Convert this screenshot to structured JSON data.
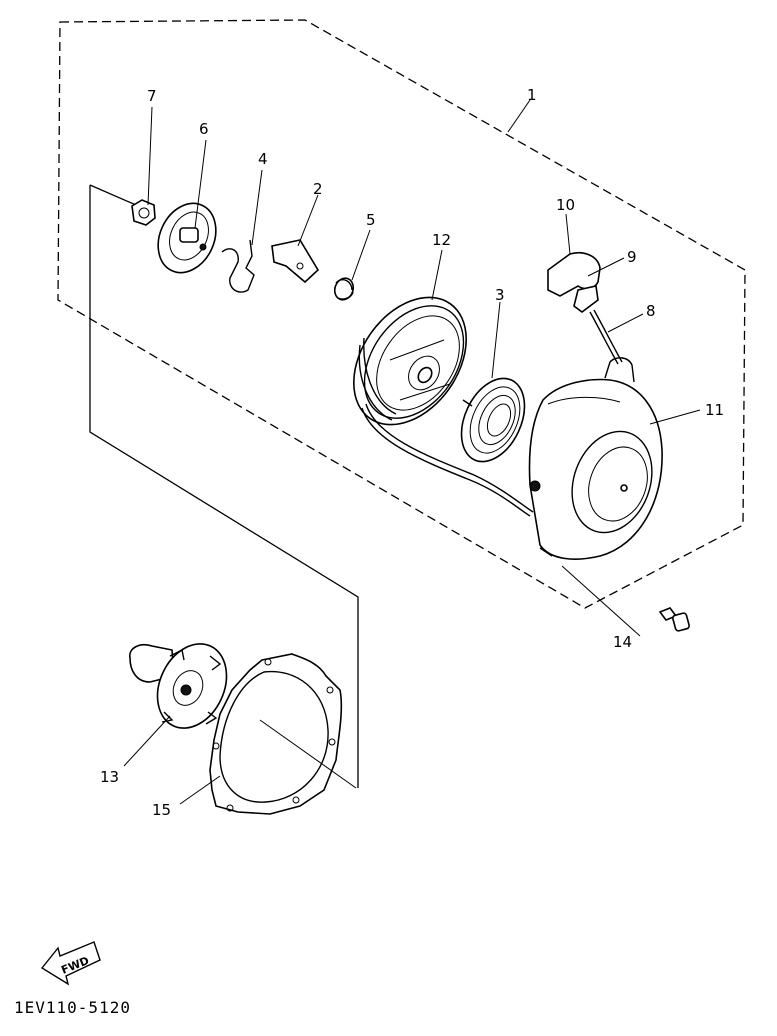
{
  "diagram": {
    "callouts": [
      {
        "id": "c1",
        "text": "1"
      },
      {
        "id": "c2",
        "text": "2"
      },
      {
        "id": "c3",
        "text": "3"
      },
      {
        "id": "c4",
        "text": "4"
      },
      {
        "id": "c5",
        "text": "5"
      },
      {
        "id": "c6",
        "text": "6"
      },
      {
        "id": "c7",
        "text": "7"
      },
      {
        "id": "c8",
        "text": "8"
      },
      {
        "id": "c9",
        "text": "9"
      },
      {
        "id": "c10",
        "text": "10"
      },
      {
        "id": "c11",
        "text": "11"
      },
      {
        "id": "c12",
        "text": "12"
      },
      {
        "id": "c13",
        "text": "13"
      },
      {
        "id": "c14",
        "text": "14"
      },
      {
        "id": "c15",
        "text": "15"
      }
    ],
    "fwd_label": "FWD",
    "drawing_code": "1EV110-5120"
  }
}
